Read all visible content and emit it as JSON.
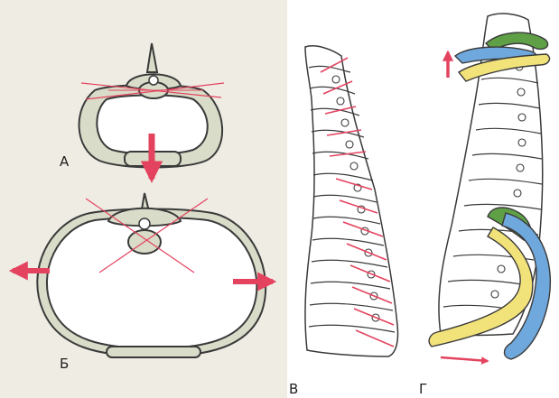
{
  "labels": {
    "a": "А",
    "b": "Б",
    "v": "В",
    "g": "Г"
  },
  "colors": {
    "bone_fill": "#d9dcc8",
    "outline": "#3a3a3a",
    "arrow_red": "#e4435f",
    "rib_green": "#5fa047",
    "rib_blue": "#6fa8dc",
    "rib_yellow": "#f2e27a",
    "background_left": "#efece4"
  },
  "icons": {
    "arrow": "red-arrow",
    "axis_line": "red-line"
  }
}
